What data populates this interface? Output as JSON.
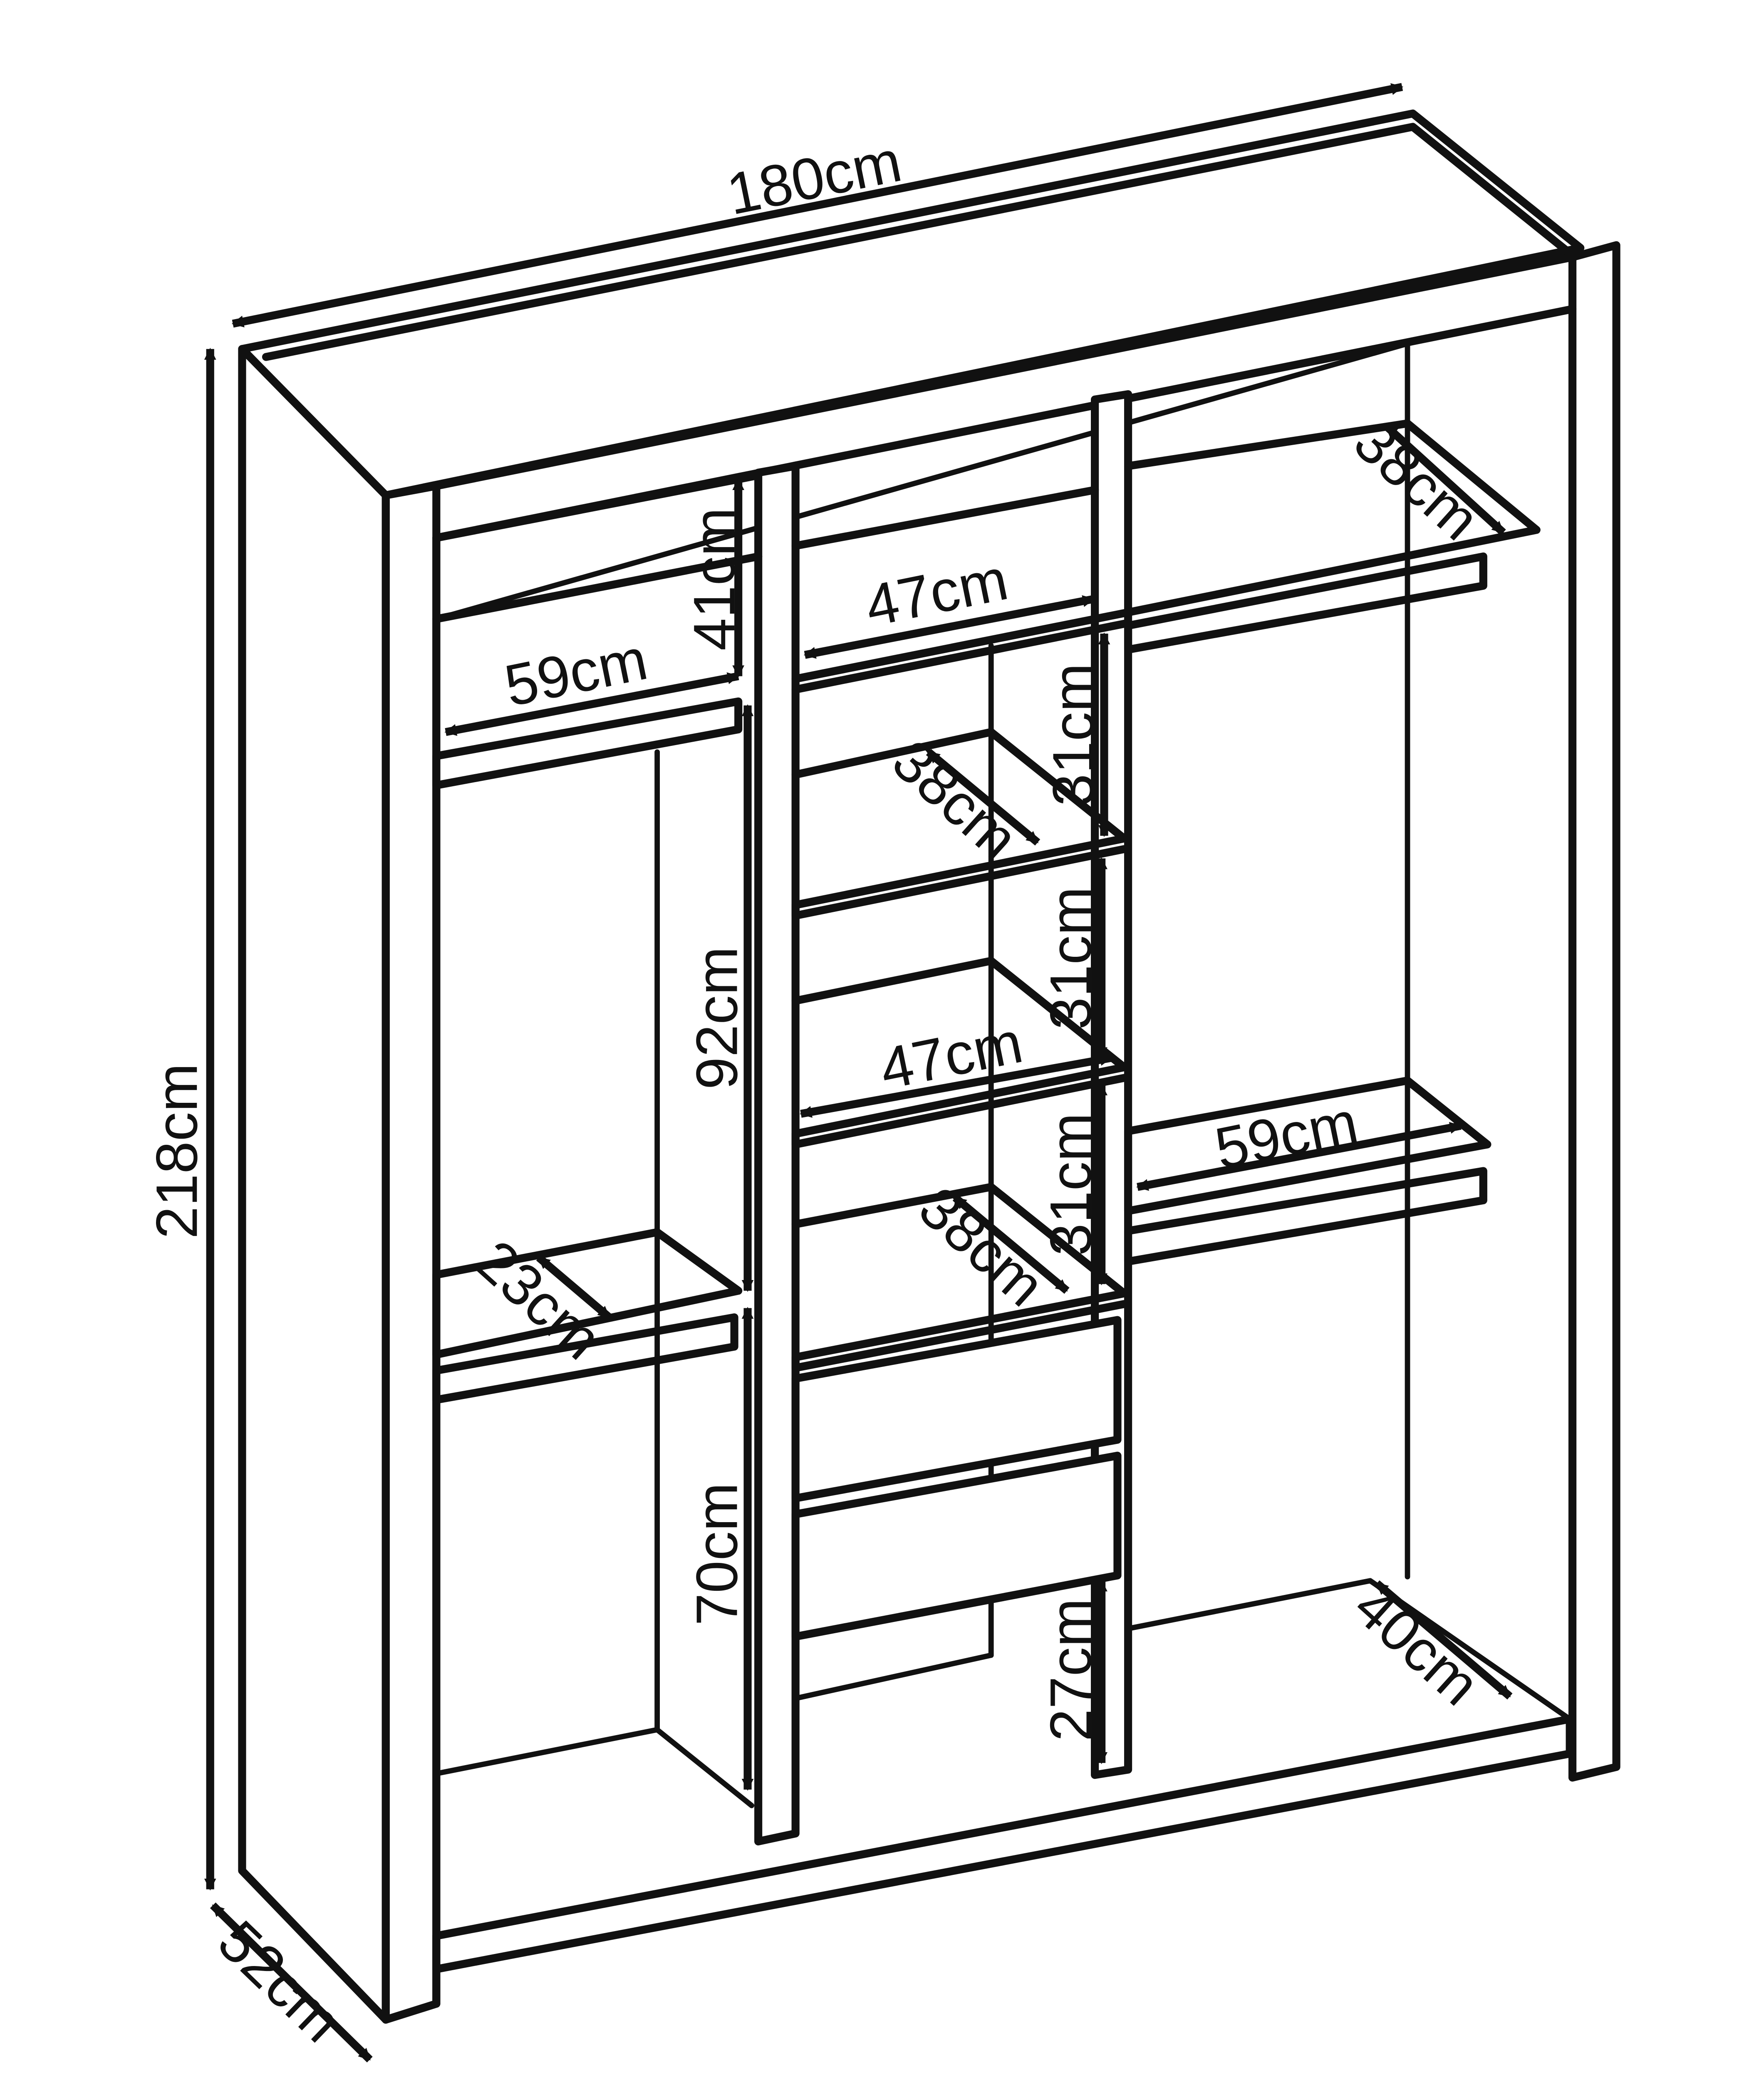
{
  "dimensions": {
    "width": "180cm",
    "height": "218cm",
    "depth": "52cm",
    "top_left_compartment_height": "41cm",
    "top_center_width": "47cm",
    "left_rail_width": "59cm",
    "top_right_shelf_depth": "38cm",
    "center_upper_shelf_gap": "31cm",
    "center_upper_shelf_depth": "38cm",
    "center_middle_shelf_gap": "31cm",
    "center_middle_shelf_width": "47cm",
    "right_rail_width": "59cm",
    "center_lower_shelf_gap": "31cm",
    "center_lower_shelf_depth": "38cm",
    "left_hanging_height": "92cm",
    "left_shelf_depth": "23cm",
    "left_lower_hanging_height": "70cm",
    "center_bottom_gap": "27cm",
    "right_bottom_depth": "40cm"
  }
}
